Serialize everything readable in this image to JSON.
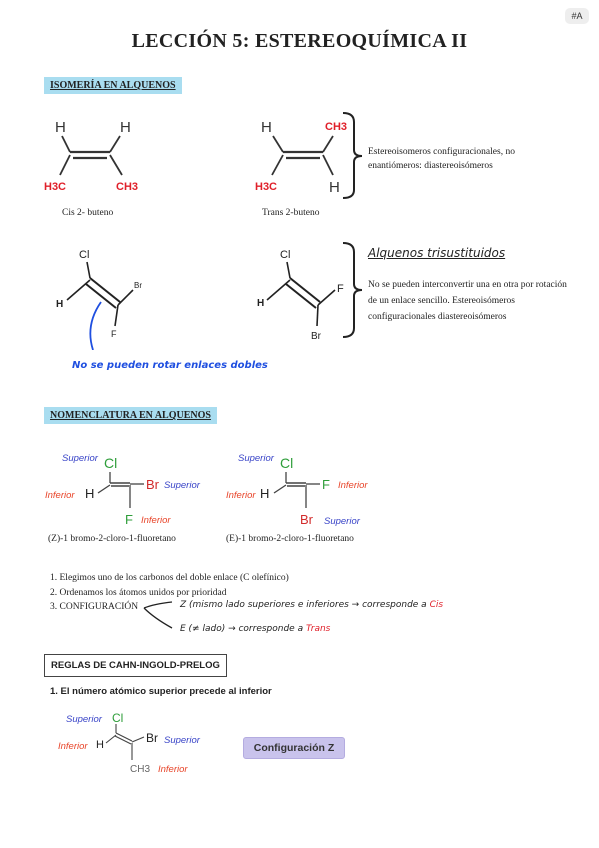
{
  "tag": "#A",
  "title": "LECCIÓN 5: ESTEREOQUÍMICA II",
  "sections": {
    "isomeria": "ISOMERÍA EN ALQUENOS",
    "nomenclatura": "NOMENCLATURA EN ALQUENOS"
  },
  "isomeria": {
    "cis_label": "Cis 2- buteno",
    "trans_label": "Trans 2-buteno",
    "bracket1_text": "Estereoisomeros configuracionales, no enantiómeros: diastereoisómeros",
    "bracket2_title": "Alquenos trisustituidos",
    "bracket2_text": "No se pueden interconvertir una en otra por rotación de un enlace sencillo. Estereoisómeros configuracionales diastereoisómeros",
    "blue_note": "No se pueden rotar enlaces dobles",
    "atoms": {
      "H": "H",
      "CH3": "CH3",
      "H3C": "H3C",
      "Cl": "Cl",
      "Br": "Br",
      "F": "F"
    }
  },
  "nomenclatura": {
    "superior": "Superior",
    "inferior": "Inferior",
    "z_name": "(Z)-1 bromo-2-cloro-1-fluoretano",
    "e_name": "(E)-1 bromo-2-cloro-1-fluoretano",
    "steps": [
      "1. Elegimos uno de los carbonos del doble enlace (C olefínico)",
      "2. Ordenamos los átomos unidos por prioridad",
      "3. CONFIGURACIÓN"
    ],
    "z_rule_prefix": "Z (mismo lado superiores e inferiores → corresponde a ",
    "z_rule_word": "Cis",
    "e_rule_prefix": "E (≠ lado) → corresponde a ",
    "e_rule_word": "Trans"
  },
  "cip": {
    "heading": "REGLAS DE CAHN-INGOLD-PRELOG",
    "rule1": "1. El número atómico superior precede al inferior",
    "button": "Configuración Z"
  },
  "colors": {
    "section_bg": "#a9ddf0",
    "methyl_red": "#e0202a",
    "note_blue": "#1f4fe0",
    "superior_blue": "#3a45c8",
    "inferior_red": "#e8452a",
    "cl_green": "#2e9e3a",
    "br_red": "#d22b2b",
    "f_green": "#2e9e3a"
  }
}
